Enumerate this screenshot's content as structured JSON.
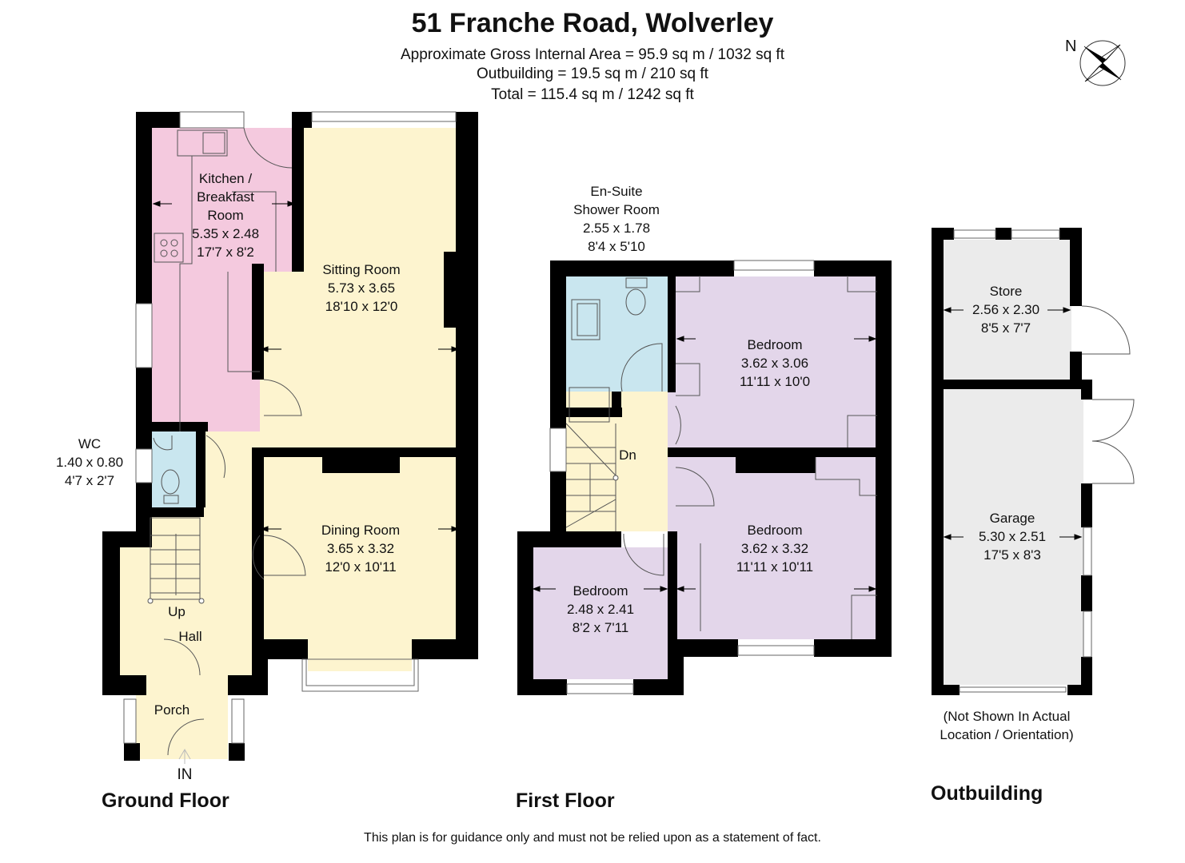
{
  "header": {
    "title": "51 Franche Road, Wolverley",
    "gross_area": "Approximate Gross Internal Area = 95.9 sq m / 1032 sq ft",
    "outbuilding_area": "Outbuilding = 19.5 sq m / 210 sq ft",
    "total_area": "Total = 115.4 sq m / 1242 sq ft"
  },
  "compass": {
    "label": "N",
    "icon": "compass-rose-icon"
  },
  "colors": {
    "wall": "#000000",
    "kitchen": "#f4c9de",
    "living": "#fdf4cf",
    "wet_room": "#c9e6ef",
    "bedroom": "#e3d6ea",
    "outbuilding": "#ebebeb"
  },
  "ground_floor": {
    "label": "Ground Floor",
    "rooms": [
      {
        "name": "Kitchen / Breakfast Room",
        "line1": "Kitchen /",
        "line2": "Breakfast",
        "line3": "Room",
        "metric": "5.35 x 2.48",
        "imperial": "17'7 x 8'2"
      },
      {
        "name": "Sitting Room",
        "metric": "5.73 x 3.65",
        "imperial": "18'10 x 12'0"
      },
      {
        "name": "WC",
        "metric": "1.40 x 0.80",
        "imperial": "4'7 x 2'7"
      },
      {
        "name": "Dining Room",
        "metric": "3.65 x 3.32",
        "imperial": "12'0 x 10'11"
      },
      {
        "name": "Hall"
      },
      {
        "name": "Porch"
      }
    ],
    "stairs_label": "Up",
    "entrance_label": "IN"
  },
  "first_floor": {
    "label": "First Floor",
    "rooms": [
      {
        "name": "En-Suite",
        "name2": "Shower Room",
        "metric": "2.55 x 1.78",
        "imperial": "8'4 x 5'10"
      },
      {
        "name": "Bedroom",
        "metric": "3.62 x 3.06",
        "imperial": "11'11 x 10'0"
      },
      {
        "name": "Bedroom",
        "metric": "3.62 x 3.32",
        "imperial": "11'11 x 10'11"
      },
      {
        "name": "Bedroom",
        "metric": "2.48 x 2.41",
        "imperial": "8'2 x 7'11"
      }
    ],
    "stairs_label": "Dn"
  },
  "outbuilding": {
    "label": "Outbuilding",
    "rooms": [
      {
        "name": "Store",
        "metric": "2.56 x 2.30",
        "imperial": "8'5 x 7'7"
      },
      {
        "name": "Garage",
        "metric": "5.30 x 2.51",
        "imperial": "17'5 x 8'3"
      }
    ],
    "note_line1": "(Not Shown In Actual",
    "note_line2": "Location / Orientation)"
  },
  "disclaimer": "This plan is for guidance only and must not be relied upon as a statement of fact."
}
